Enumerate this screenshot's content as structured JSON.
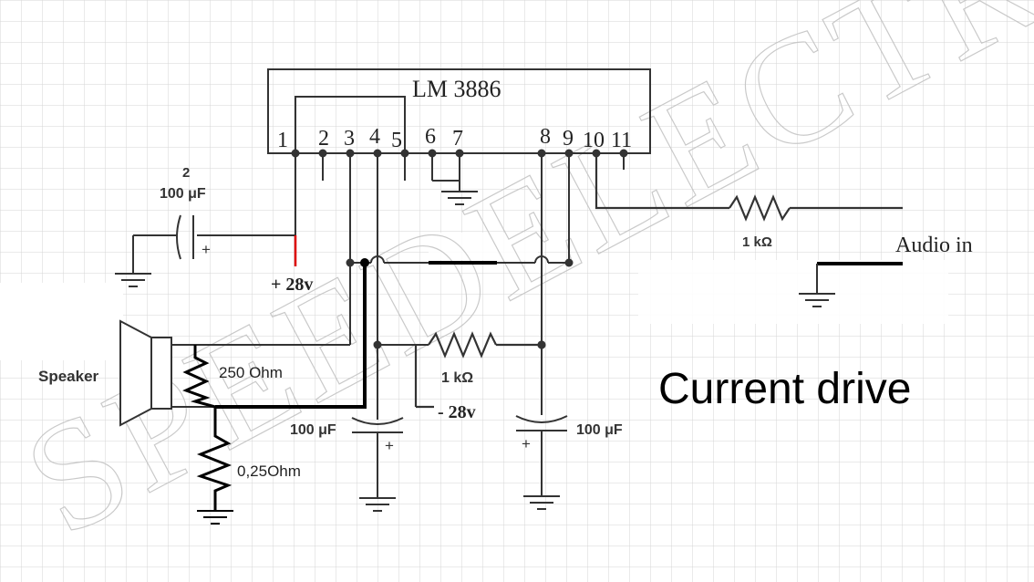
{
  "diagram": {
    "ic_label": "LM 3886",
    "pins": [
      "1",
      "2",
      "3",
      "4",
      "5",
      "6",
      "7",
      "8",
      "9",
      "10",
      "11"
    ],
    "capacitor_input_count": "2",
    "capacitor_input_value": "100 μF",
    "capacitor_left_value": "100 μF",
    "capacitor_right_value": "100 μF",
    "resistor_feedback_value": "1 kΩ",
    "resistor_input_value": "1 kΩ",
    "resistor_speaker_value": "250 Ohm",
    "resistor_sense_value": "0,25Ohm",
    "supply_positive": "+ 28v",
    "supply_negative": "- 28v",
    "audio_in_label": "Audio in",
    "speaker_label": "Speaker",
    "plus_sign": "+",
    "title": "Current drive",
    "watermark": "SPEEDELECTRIC"
  },
  "colors": {
    "wire": "#333333",
    "thick_wire": "#000000",
    "grid": "#d6d6d6",
    "supply_lead": "#dd0000",
    "watermark": "#bdbdbd"
  }
}
